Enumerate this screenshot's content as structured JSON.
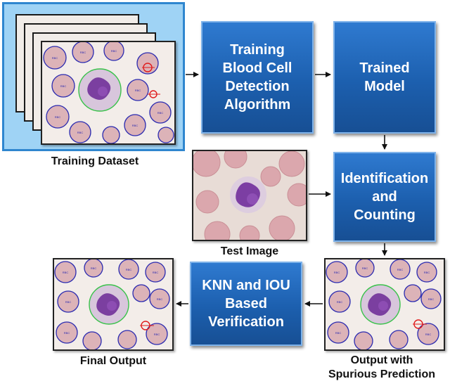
{
  "training_dataset": {
    "caption": "Training Dataset"
  },
  "training_algorithm": {
    "lines": [
      "Training",
      "Blood Cell",
      "Detection",
      "Algorithm"
    ]
  },
  "trained_model": {
    "lines": [
      "Trained",
      "Model"
    ]
  },
  "test_image": {
    "caption": "Test Image"
  },
  "identification": {
    "lines": [
      "Identification",
      "and",
      "Counting"
    ]
  },
  "output_spurious": {
    "caption_lines": [
      "Output with",
      "Spurious Prediction"
    ]
  },
  "verification": {
    "lines": [
      "KNN and IOU",
      "Based",
      "Verification"
    ]
  },
  "final_output": {
    "caption": "Final Output"
  },
  "cell_label": "RBC",
  "colors": {
    "box_blue": "#1c5fae",
    "frame_light_blue": "#9fd3f5",
    "rbc_circle": "#2a2ab0",
    "wbc_circle": "#39c24a",
    "spurious_marker": "#e01b1b",
    "arrow": "#111111"
  }
}
